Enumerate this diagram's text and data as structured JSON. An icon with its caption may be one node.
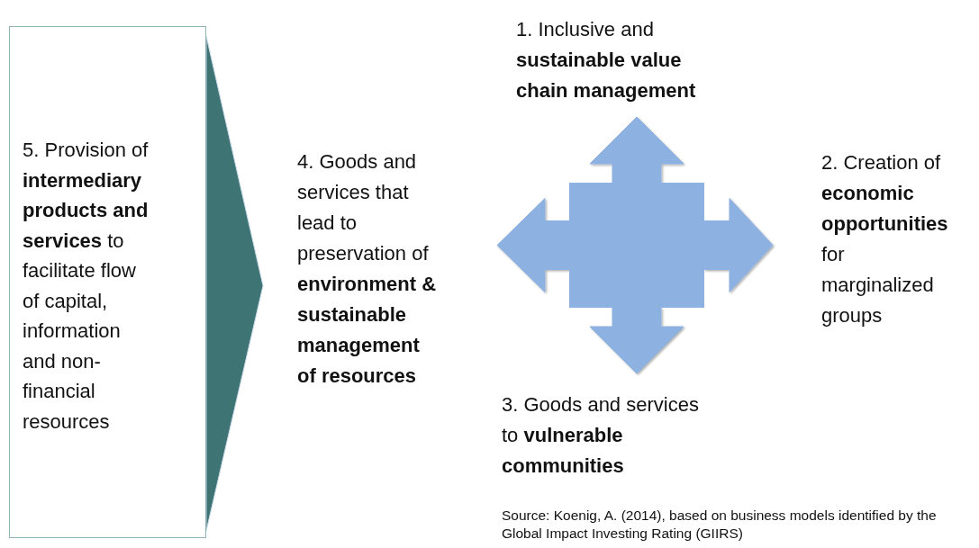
{
  "diagram": {
    "nodes": [
      {
        "text": [
          "5. Provision of **intermediary products and services** to facilitate flow of capital, information and non-financial resources"
        ]
      },
      {
        "text": [
          "1. Inclusive and **sustainable value chain management**"
        ]
      },
      {
        "text": [
          "2. Creation of **economic opportunities** for marginalized groups"
        ]
      },
      {
        "text": [
          "3. Goods and services to **vulnerable communities**"
        ]
      },
      {
        "text": [
          "4. Goods and services that lead to preservation of **environment & sustainable management of resources**"
        ]
      },
      {
        "text": [],
        "shape": "box"
      }
    ],
    "edges": [
      {
        "from": 0,
        "to": 4,
        "arrow": "to",
        "style": "thick",
        "color": "#3e7474"
      },
      {
        "from": 5,
        "to": 1,
        "arrow": "to",
        "style": "thick"
      },
      {
        "from": 5,
        "to": 2,
        "arrow": "to",
        "style": "thick"
      },
      {
        "from": 5,
        "to": 3,
        "arrow": "to",
        "style": "thick"
      },
      {
        "from": 5,
        "to": 4,
        "arrow": "to",
        "style": "thick"
      }
    ],
    "labels": [
      "Source: Koenig, A. (2014), based on business models identified by the Global Impact Investing Rating (GIIRS)"
    ]
  }
}
